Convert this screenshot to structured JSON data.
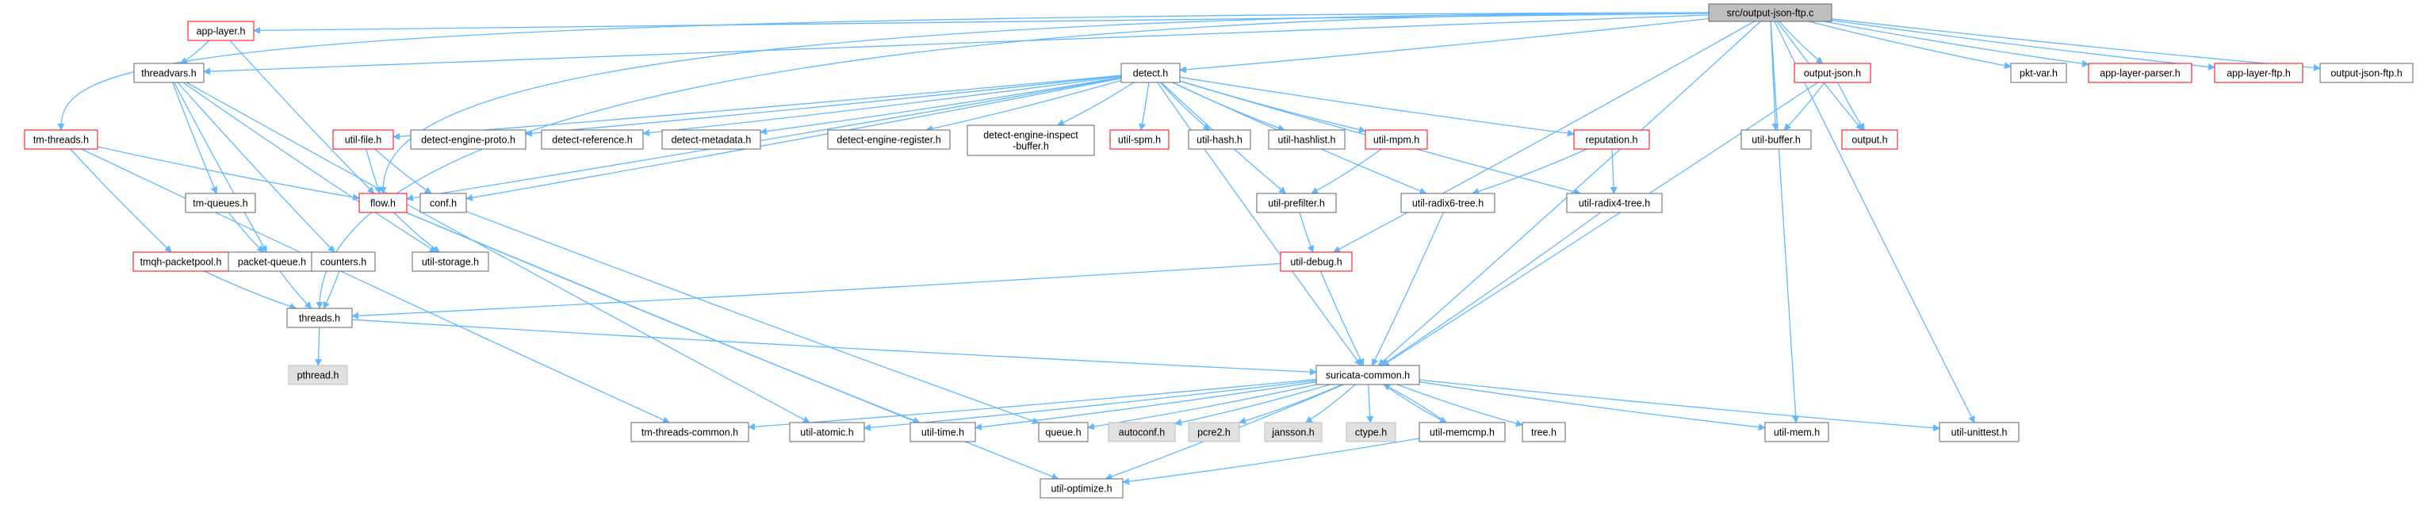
{
  "diagram": {
    "title": "src/output-json-ftp.c",
    "colors": {
      "edge": "#63b8ff",
      "normal_border": "#666666",
      "normal_fill": "#ffffff",
      "missing_border": "#ff0000",
      "missing_fill": "#ffffff",
      "system_border": "#bfbfbf",
      "system_fill": "#e0e0e0",
      "root_border": "#666666",
      "root_fill": "#bfbfbf",
      "text": "#000000"
    },
    "nodes": [
      {
        "id": "root",
        "label": "src/output-json-ftp.c",
        "kind": "root"
      },
      {
        "id": "app_layer_h",
        "label": "app-layer.h",
        "kind": "missing"
      },
      {
        "id": "detect_h",
        "label": "detect.h",
        "kind": "normal"
      },
      {
        "id": "output_json_h",
        "label": "output-json.h",
        "kind": "missing"
      },
      {
        "id": "pkt_var_h",
        "label": "pkt-var.h",
        "kind": "normal"
      },
      {
        "id": "app_layer_parser_h",
        "label": "app-layer-parser.h",
        "kind": "missing"
      },
      {
        "id": "app_layer_ftp_h",
        "label": "app-layer-ftp.h",
        "kind": "missing"
      },
      {
        "id": "output_json_ftp_h",
        "label": "output-json-ftp.h",
        "kind": "normal"
      },
      {
        "id": "tm_threads_h",
        "label": "tm-threads.h",
        "kind": "missing"
      },
      {
        "id": "threadvars_h",
        "label": "threadvars.h",
        "kind": "normal"
      },
      {
        "id": "util_file_h",
        "label": "util-file.h",
        "kind": "missing"
      },
      {
        "id": "detect_engine_proto_h",
        "label": "detect-engine-proto.h",
        "kind": "normal"
      },
      {
        "id": "detect_reference_h",
        "label": "detect-reference.h",
        "kind": "normal"
      },
      {
        "id": "detect_metadata_h",
        "label": "detect-metadata.h",
        "kind": "normal"
      },
      {
        "id": "detect_engine_register_h",
        "label": "detect-engine-register.h",
        "kind": "normal"
      },
      {
        "id": "detect_engine_inspect_buffer_h",
        "label": [
          "detect-engine-inspect",
          "-buffer.h"
        ],
        "kind": "normal"
      },
      {
        "id": "util_spm_h",
        "label": "util-spm.h",
        "kind": "missing"
      },
      {
        "id": "util_hash_h",
        "label": "util-hash.h",
        "kind": "normal"
      },
      {
        "id": "util_hashlist_h",
        "label": "util-hashlist.h",
        "kind": "normal"
      },
      {
        "id": "util_mpm_h",
        "label": "util-mpm.h",
        "kind": "missing"
      },
      {
        "id": "reputation_h",
        "label": "reputation.h",
        "kind": "missing"
      },
      {
        "id": "util_buffer_h",
        "label": "util-buffer.h",
        "kind": "normal"
      },
      {
        "id": "output_h",
        "label": "output.h",
        "kind": "missing"
      },
      {
        "id": "tm_queues_h",
        "label": "tm-queues.h",
        "kind": "normal"
      },
      {
        "id": "flow_h",
        "label": "flow.h",
        "kind": "missing"
      },
      {
        "id": "conf_h",
        "label": "conf.h",
        "kind": "normal"
      },
      {
        "id": "util_prefilter_h",
        "label": "util-prefilter.h",
        "kind": "normal"
      },
      {
        "id": "util_radix6_tree_h",
        "label": "util-radix6-tree.h",
        "kind": "normal"
      },
      {
        "id": "util_radix4_tree_h",
        "label": "util-radix4-tree.h",
        "kind": "normal"
      },
      {
        "id": "tmqh_packetpool_h",
        "label": "tmqh-packetpool.h",
        "kind": "missing"
      },
      {
        "id": "packet_queue_h",
        "label": "packet-queue.h",
        "kind": "normal"
      },
      {
        "id": "counters_h",
        "label": "counters.h",
        "kind": "normal"
      },
      {
        "id": "util_storage_h",
        "label": "util-storage.h",
        "kind": "normal"
      },
      {
        "id": "util_debug_h",
        "label": "util-debug.h",
        "kind": "missing"
      },
      {
        "id": "threads_h",
        "label": "threads.h",
        "kind": "normal"
      },
      {
        "id": "pthread_h",
        "label": "pthread.h",
        "kind": "system"
      },
      {
        "id": "suricata_common_h",
        "label": "suricata-common.h",
        "kind": "normal"
      },
      {
        "id": "tm_threads_common_h",
        "label": "tm-threads-common.h",
        "kind": "normal"
      },
      {
        "id": "util_atomic_h",
        "label": "util-atomic.h",
        "kind": "normal"
      },
      {
        "id": "util_time_h",
        "label": "util-time.h",
        "kind": "normal"
      },
      {
        "id": "queue_h",
        "label": "queue.h",
        "kind": "normal"
      },
      {
        "id": "autoconf_h",
        "label": "autoconf.h",
        "kind": "system"
      },
      {
        "id": "pcre2_h",
        "label": "pcre2.h",
        "kind": "system"
      },
      {
        "id": "jansson_h",
        "label": "jansson.h",
        "kind": "system"
      },
      {
        "id": "ctype_h",
        "label": "ctype.h",
        "kind": "system"
      },
      {
        "id": "util_memcmp_h",
        "label": "util-memcmp.h",
        "kind": "normal"
      },
      {
        "id": "tree_h",
        "label": "tree.h",
        "kind": "normal"
      },
      {
        "id": "util_mem_h",
        "label": "util-mem.h",
        "kind": "normal"
      },
      {
        "id": "util_unittest_h",
        "label": "util-unittest.h",
        "kind": "normal"
      },
      {
        "id": "util_optimize_h",
        "label": "util-optimize.h",
        "kind": "normal"
      }
    ],
    "edges": [
      [
        "root",
        "app_layer_h"
      ],
      [
        "root",
        "detect_h"
      ],
      [
        "root",
        "output_json_h"
      ],
      [
        "root",
        "pkt_var_h"
      ],
      [
        "root",
        "app_layer_parser_h"
      ],
      [
        "root",
        "app_layer_ftp_h"
      ],
      [
        "root",
        "output_json_ftp_h"
      ],
      [
        "root",
        "tm_threads_h"
      ],
      [
        "root",
        "threadvars_h"
      ],
      [
        "root",
        "flow_h"
      ],
      [
        "root",
        "threads_h"
      ],
      [
        "root",
        "util_debug_h"
      ],
      [
        "root",
        "suricata_common_h"
      ],
      [
        "root",
        "util_buffer_h"
      ],
      [
        "root",
        "output_h"
      ],
      [
        "root",
        "util_mem_h"
      ],
      [
        "root",
        "util_unittest_h"
      ],
      [
        "app_layer_h",
        "threadvars_h"
      ],
      [
        "app_layer_h",
        "flow_h"
      ],
      [
        "detect_h",
        "util_file_h"
      ],
      [
        "detect_h",
        "detect_engine_proto_h"
      ],
      [
        "detect_h",
        "detect_reference_h"
      ],
      [
        "detect_h",
        "detect_metadata_h"
      ],
      [
        "detect_h",
        "detect_engine_register_h"
      ],
      [
        "detect_h",
        "detect_engine_inspect_buffer_h"
      ],
      [
        "detect_h",
        "util_spm_h"
      ],
      [
        "detect_h",
        "util_hash_h"
      ],
      [
        "detect_h",
        "util_hashlist_h"
      ],
      [
        "detect_h",
        "util_mpm_h"
      ],
      [
        "detect_h",
        "reputation_h"
      ],
      [
        "detect_h",
        "util_prefilter_h"
      ],
      [
        "detect_h",
        "util_radix6_tree_h"
      ],
      [
        "detect_h",
        "util_radix4_tree_h"
      ],
      [
        "detect_h",
        "flow_h"
      ],
      [
        "detect_h",
        "conf_h"
      ],
      [
        "detect_h",
        "suricata_common_h"
      ],
      [
        "output_json_h",
        "util_buffer_h"
      ],
      [
        "output_json_h",
        "output_h"
      ],
      [
        "output_json_h",
        "suricata_common_h"
      ],
      [
        "tm_threads_h",
        "tmqh_packetpool_h"
      ],
      [
        "tm_threads_h",
        "flow_h"
      ],
      [
        "tm_threads_h",
        "tm_threads_common_h"
      ],
      [
        "threadvars_h",
        "tm_queues_h"
      ],
      [
        "threadvars_h",
        "packet_queue_h"
      ],
      [
        "threadvars_h",
        "counters_h"
      ],
      [
        "threadvars_h",
        "util_storage_h"
      ],
      [
        "threadvars_h",
        "util_atomic_h"
      ],
      [
        "util_file_h",
        "flow_h"
      ],
      [
        "util_file_h",
        "conf_h"
      ],
      [
        "util_mpm_h",
        "util_prefilter_h"
      ],
      [
        "reputation_h",
        "util_radix6_tree_h"
      ],
      [
        "reputation_h",
        "util_radix4_tree_h"
      ],
      [
        "tm_queues_h",
        "packet_queue_h"
      ],
      [
        "flow_h",
        "util_storage_h"
      ],
      [
        "flow_h",
        "util_time_h"
      ],
      [
        "flow_h",
        "util_optimize_h"
      ],
      [
        "conf_h",
        "queue_h"
      ],
      [
        "util_prefilter_h",
        "util_debug_h"
      ],
      [
        "util_radix6_tree_h",
        "suricata_common_h"
      ],
      [
        "util_radix4_tree_h",
        "suricata_common_h"
      ],
      [
        "tmqh_packetpool_h",
        "threads_h"
      ],
      [
        "packet_queue_h",
        "threads_h"
      ],
      [
        "counters_h",
        "threads_h"
      ],
      [
        "util_debug_h",
        "threads_h"
      ],
      [
        "util_debug_h",
        "suricata_common_h"
      ],
      [
        "threads_h",
        "pthread_h"
      ],
      [
        "threads_h",
        "suricata_common_h"
      ],
      [
        "suricata_common_h",
        "tm_threads_common_h"
      ],
      [
        "suricata_common_h",
        "util_atomic_h"
      ],
      [
        "suricata_common_h",
        "util_time_h"
      ],
      [
        "suricata_common_h",
        "queue_h"
      ],
      [
        "suricata_common_h",
        "autoconf_h"
      ],
      [
        "suricata_common_h",
        "pcre2_h"
      ],
      [
        "suricata_common_h",
        "jansson_h"
      ],
      [
        "suricata_common_h",
        "ctype_h"
      ],
      [
        "suricata_common_h",
        "util_memcmp_h"
      ],
      [
        "suricata_common_h",
        "tree_h"
      ],
      [
        "suricata_common_h",
        "util_mem_h"
      ],
      [
        "suricata_common_h",
        "util_unittest_h"
      ],
      [
        "suricata_common_h",
        "util_optimize_h"
      ],
      [
        "util_memcmp_h",
        "suricata_common_h"
      ],
      [
        "util_memcmp_h",
        "util_optimize_h"
      ]
    ]
  }
}
